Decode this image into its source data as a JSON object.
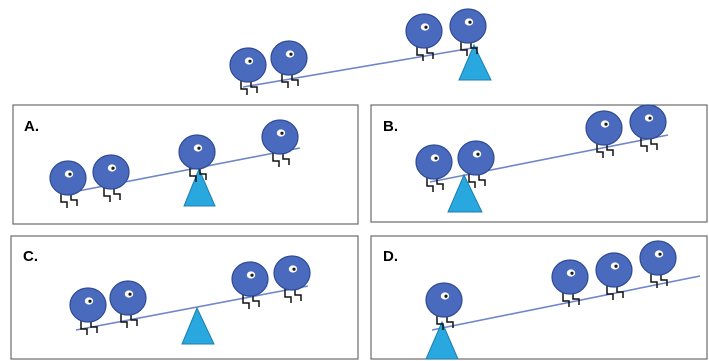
{
  "options": [
    {
      "key": "A",
      "label": "A."
    },
    {
      "key": "B",
      "label": "B."
    },
    {
      "key": "C",
      "label": "C."
    },
    {
      "key": "D",
      "label": "D."
    }
  ],
  "colors": {
    "figure_fill": "#4a6bbd",
    "fulcrum_fill": "#29a8e0",
    "beam": "#6f86c9",
    "frame": "#6b6b6b"
  },
  "icons": {
    "figure": "round-creature-icon",
    "fulcrum": "triangle-fulcrum-icon"
  }
}
